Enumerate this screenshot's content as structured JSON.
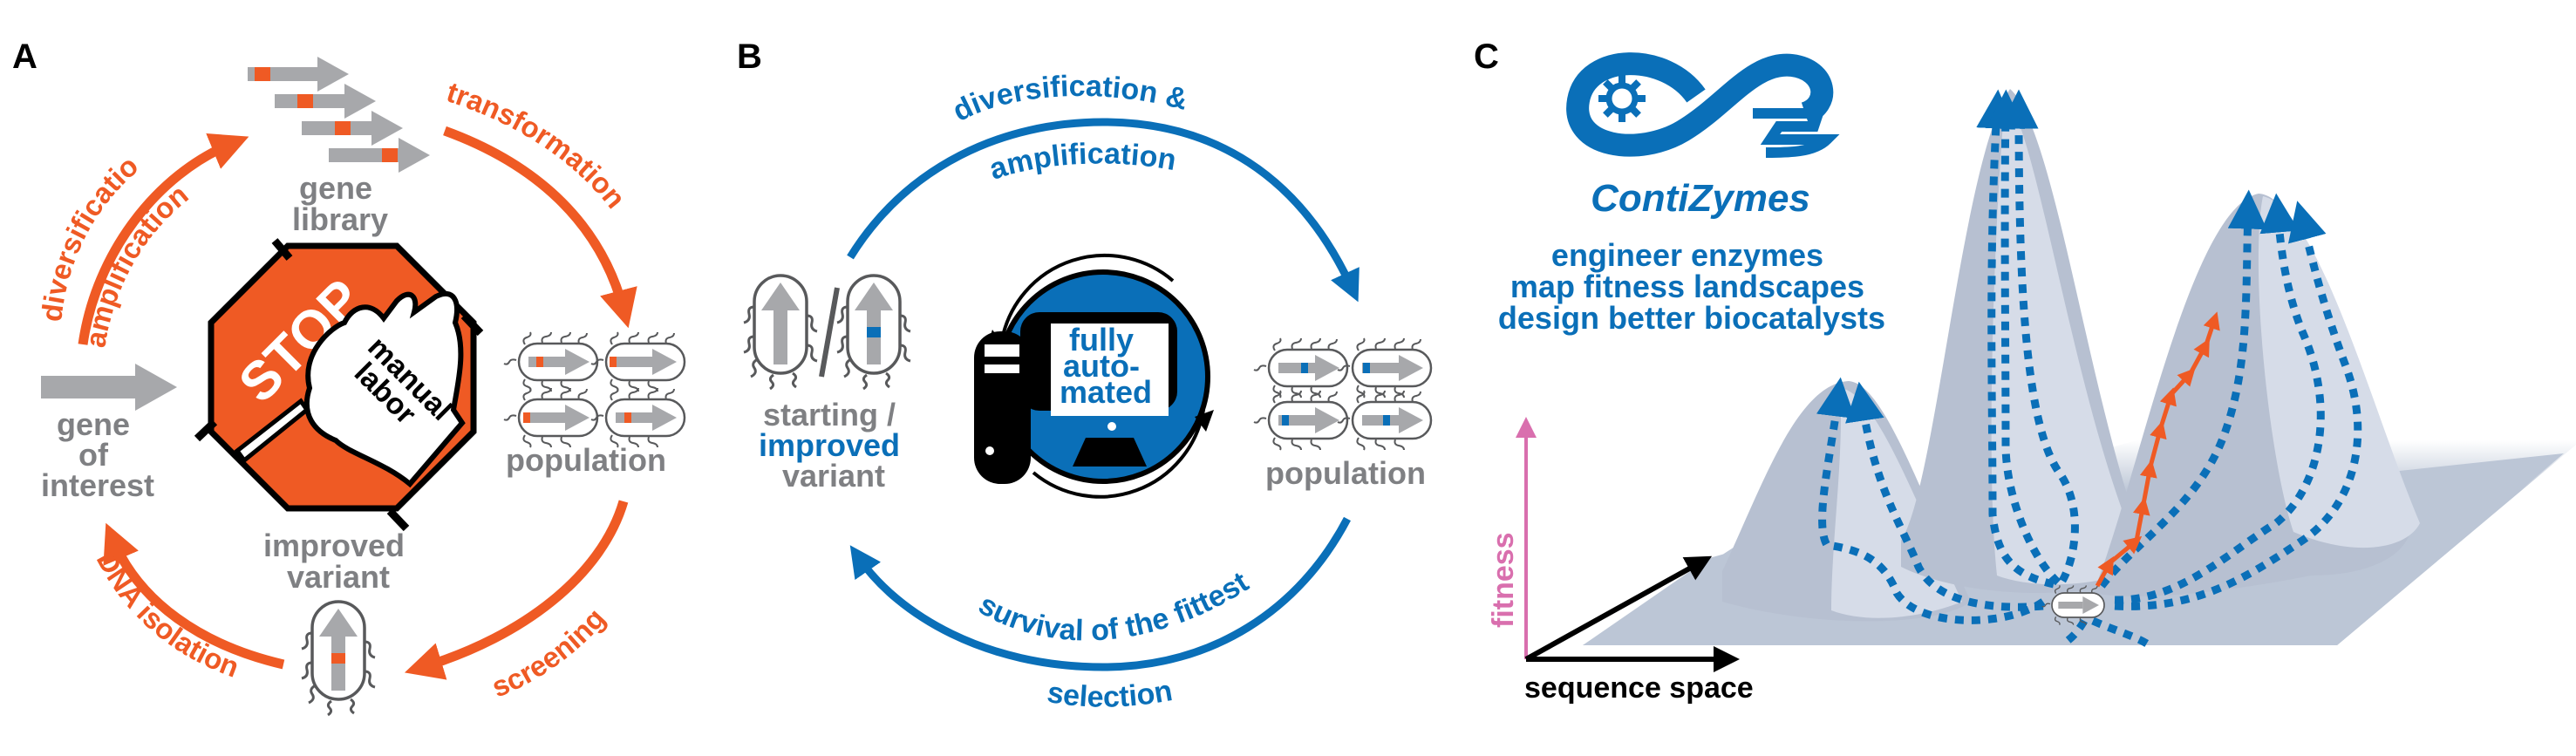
{
  "panels": {
    "A": {
      "letter": "A",
      "gene_library_label": [
        "gene",
        "library"
      ],
      "gene_of_interest_label": [
        "gene",
        "of",
        "interest"
      ],
      "population_label": "population",
      "improved_variant_label": [
        "improved",
        "variant"
      ],
      "stop_sign": {
        "stop_text": "STOP",
        "hand_text": [
          "manual",
          "labor"
        ]
      },
      "cycle_steps": {
        "diversification": "diversificatio",
        "amplification": "amplification",
        "transformation": "transformation",
        "screening": "screening",
        "dna_isolation": "DNA isolation"
      },
      "library_variants": 4,
      "population_cells": 4
    },
    "B": {
      "letter": "B",
      "top_arc_label": [
        "diversification &",
        "amplification"
      ],
      "bottom_arc_label": [
        "survival of the fittest",
        "selection"
      ],
      "center_label": [
        "fully",
        "auto-",
        "mated"
      ],
      "left_label": {
        "line1": "starting /",
        "line2": "improved",
        "line3": "variant"
      },
      "separator": "/",
      "population_label": "population",
      "population_cells": 4
    },
    "C": {
      "letter": "C",
      "logo_name": "ContiZymes",
      "taglines": [
        "engineer enzymes",
        "map fitness landscapes",
        "design better biocatalysts"
      ],
      "axes": {
        "y_label": "fitness",
        "x_label": "sequence space"
      },
      "peaks": [
        "small-left",
        "tall-middle",
        "right"
      ]
    }
  },
  "colors": {
    "orange": "#ef5a24",
    "blue": "#0a6fb8",
    "grey_arrow": "#a7a8ab",
    "grey_text": "#7f8083",
    "cell_outline": "#58595b",
    "fitness_axis": "#d96fae",
    "landscape_floor": "#bcc6d6",
    "landscape_light": "#d6dce8",
    "landscape_mid": "#b7c0d1",
    "landscape_dark": "#a9b1c3"
  }
}
